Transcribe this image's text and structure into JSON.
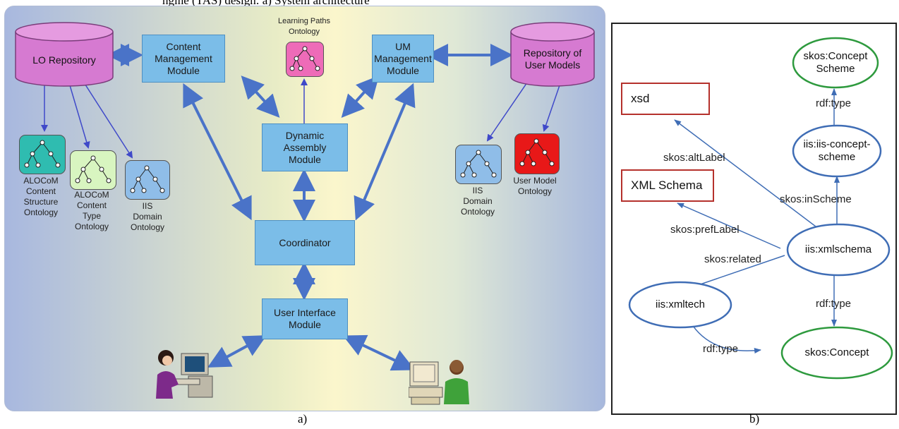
{
  "header_text": "ngine (TAS) design: a) System architecture",
  "diagram_a": {
    "lo_repository": "LO Repository",
    "repository_user_models": "Repository of\nUser Models",
    "content_mgmt": "Content\nManagement\nModule",
    "um_mgmt": "UM\nManagement\nModule",
    "learning_paths": "Learning Paths\nOntology",
    "dynamic_assembly": "Dynamic\nAssembly\nModule",
    "coordinator": "Coordinator",
    "user_interface": "User Interface\nModule",
    "alocom_structure": "ALOCoM\nContent\nStructure\nOntology",
    "alocom_type": "ALOCoM\nContent\nType\nOntology",
    "iis_domain_left": "IIS\nDomain\nOntology",
    "iis_domain_right": "IIS\nDomain\nOntology",
    "user_model_ontology": "User Model\nOntology",
    "caption": "a)",
    "colors": {
      "module": "#7bbde8",
      "repository": "#d67ad1",
      "arrow": "#4a73c8"
    }
  },
  "diagram_b": {
    "nodes": {
      "concept_scheme": "skos:Concept\nScheme",
      "xsd": "xsd",
      "iis_concept_scheme": "iis:iis-concept-\nscheme",
      "xml_schema": "XML Schema",
      "iis_xmlschema": "iis:xmlschema",
      "iis_xmltech": "iis:xmltech",
      "skos_concept": "skos:Concept"
    },
    "edges": {
      "rdf_type_top": "rdf:type",
      "alt_label": "skos:altLabel",
      "in_scheme": "skos:inScheme",
      "pref_label": "skos:prefLabel",
      "related": "skos:related",
      "rdf_type_right": "rdf:type",
      "rdf_type_bottom": "rdf:type"
    },
    "caption": "b)",
    "colors": {
      "class_ellipse": "#2e9a3e",
      "instance_ellipse": "#3f6db5",
      "literal_rect": "#b5312c"
    }
  }
}
